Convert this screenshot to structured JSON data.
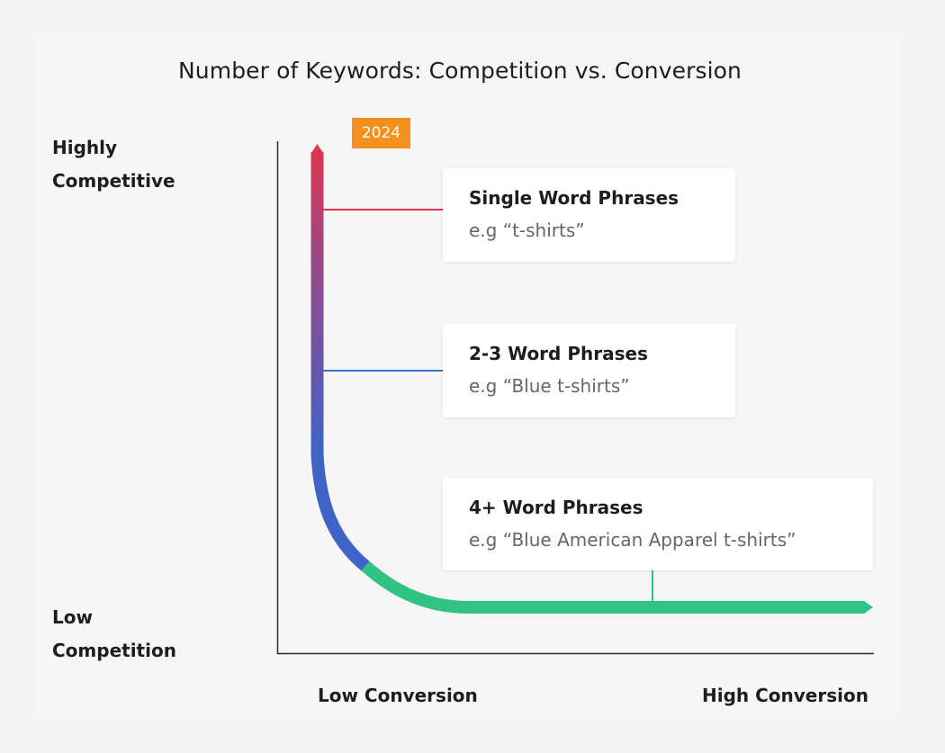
{
  "title": "Number of Keywords: Competition vs. Conversion",
  "badge": "2024",
  "y_axis": {
    "top_line1": "Highly",
    "top_line2": "Competitive",
    "bottom_line1": "Low",
    "bottom_line2": "Competition"
  },
  "x_axis": {
    "left": "Low Conversion",
    "right": "High Conversion"
  },
  "phrases": [
    {
      "title": "Single Word Phrases",
      "example": "e.g “t-shirts”"
    },
    {
      "title": "2-3 Word Phrases",
      "example": "e.g “Blue t-shirts”"
    },
    {
      "title": "4+ Word Phrases",
      "example": "e.g “Blue American Apparel t-shirts”"
    }
  ],
  "colors": {
    "badge": "#f5901e",
    "curve_top": "#e0334f",
    "curve_middle": "#3f63c7",
    "curve_bottom": "#30c381",
    "single_connector": "#e0334f",
    "two_three_connector": "#3d6fcf",
    "four_plus_connector": "#30c381",
    "axis": "#2b2b2b"
  }
}
